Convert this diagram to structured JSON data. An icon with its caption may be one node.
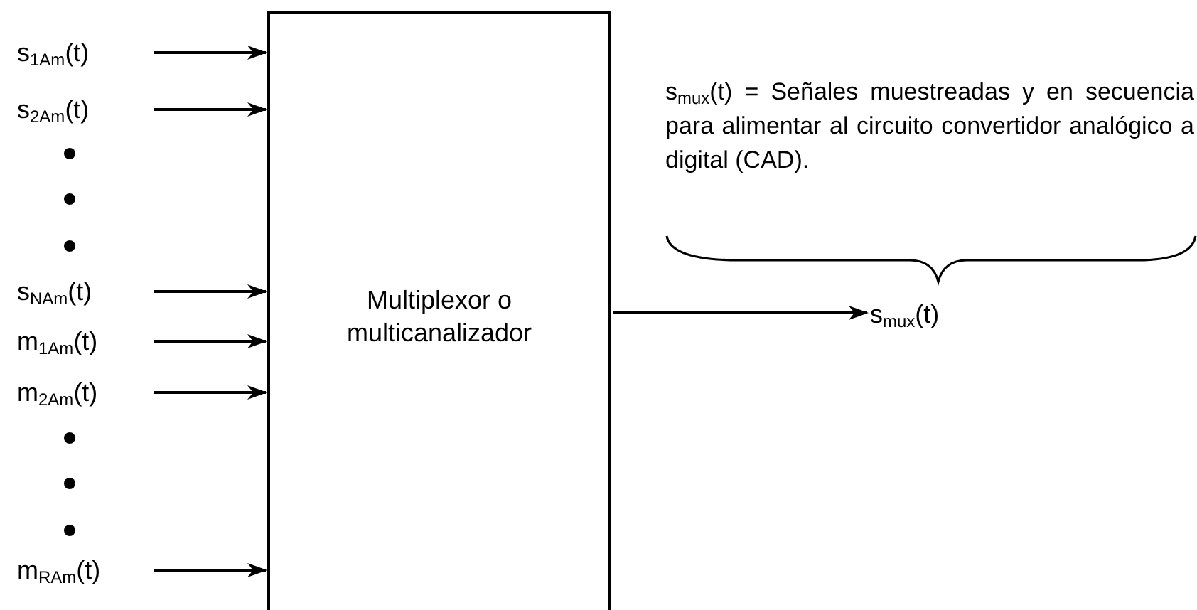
{
  "diagram": {
    "nodes": [
      {
        "text": [
          "Multiplexor o multicanalizador"
        ]
      },
      {
        "text": [
          "s$_{1Am}$(t)"
        ]
      },
      {
        "text": [
          "s$_{2Am}$(t)"
        ]
      },
      {
        "text": [
          "s$_{NAm}$(t)"
        ]
      },
      {
        "text": [
          "m$_{1Am}$(t)"
        ]
      },
      {
        "text": [
          "m$_{2Am}$(t)"
        ]
      },
      {
        "text": [
          "m$_{RAm}$(t)"
        ]
      },
      {
        "text": [
          "s$_{mux}$(t)"
        ]
      }
    ],
    "edges": [
      {
        "from": 1,
        "to": 0,
        "arrow": "to"
      },
      {
        "from": 2,
        "to": 0,
        "arrow": "to"
      },
      {
        "from": 3,
        "to": 0,
        "arrow": "to"
      },
      {
        "from": 4,
        "to": 0,
        "arrow": "to"
      },
      {
        "from": 5,
        "to": 0,
        "arrow": "to"
      },
      {
        "from": 6,
        "to": 0,
        "arrow": "to"
      },
      {
        "from": 0,
        "to": 7,
        "arrow": "to"
      }
    ],
    "labels": [
      "s$_{mux}$(t) = Señales muestreadas y en secuencia para alimentar al circuito convertidor analógico a digital (CAD)."
    ]
  }
}
